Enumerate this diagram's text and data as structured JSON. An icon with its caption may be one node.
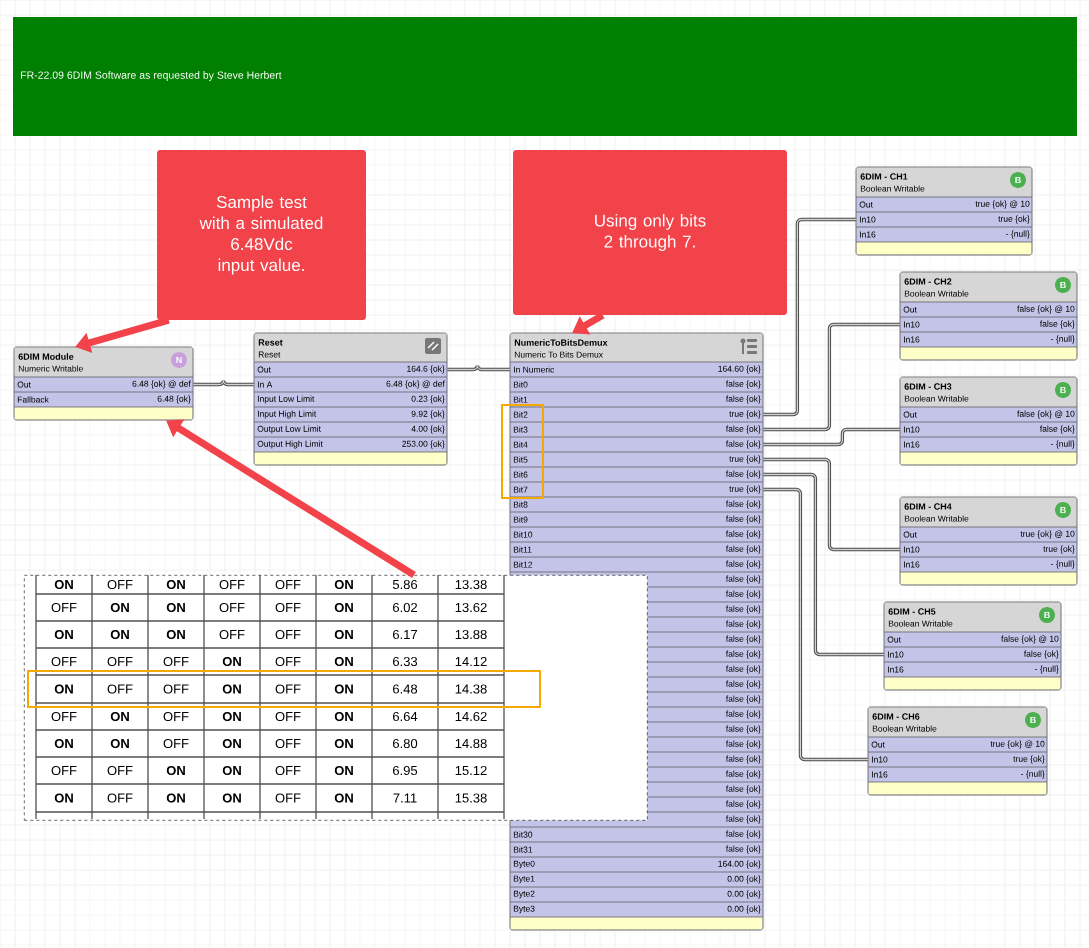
{
  "diagram": {
    "title": "FR-22.09 6DIM Software as requested by Steve Herbert",
    "nodes": [
      {
        "text": [
          "Sample test with a simulated 6.48Vdc input value."
        ]
      },
      {
        "text": [
          "Using only bits 2 through 7."
        ]
      },
      {
        "text": [
          "6DIM Module",
          "Numeric Writable",
          "N",
          "Out",
          "6.48 {ok} @ def",
          "Fallback",
          "6.48 {ok}"
        ]
      },
      {
        "text": [
          "Reset",
          "Reset",
          "Out",
          "164.6 {ok}",
          "In A",
          "6.48 {ok} @ def",
          "Input Low Limit",
          "0.23 {ok}",
          "Input High Limit",
          "9.92 {ok}",
          "Output Low Limit",
          "4.00 {ok}",
          "Output High Limit",
          "253.00 {ok}"
        ]
      },
      {
        "text": [
          "NumericToBitsDemux",
          "Numeric To Bits Demux",
          "In Numeric",
          "164.60 {ok}",
          "Bit0",
          "false {ok}",
          "Bit1",
          "false {ok}",
          "Bit2",
          "true {ok}",
          "Bit3",
          "false {ok}",
          "Bit4",
          "false {ok}",
          "Bit5",
          "true {ok}",
          "Bit6",
          "false {ok}",
          "Bit7",
          "true {ok}",
          "Bit8",
          "false {ok}",
          "Bit9",
          "false {ok}",
          "Bit10",
          "false {ok}",
          "Bit11",
          "false {ok}",
          "Bit12",
          "false {ok}",
          "false {ok}",
          "false {ok}",
          "false {ok}",
          "false {ok}",
          "false {ok}",
          "false {ok}",
          "false {ok}",
          "false {ok}",
          "false {ok}",
          "false {ok}",
          "false {ok}",
          "false {ok}",
          "false {ok}",
          "false {ok}",
          "false {ok}",
          "false {ok}",
          "false {ok}",
          "Bit30",
          "false {ok}",
          "Bit31",
          "false {ok}",
          "Byte0",
          "164.00 {ok}",
          "Byte1",
          "0.00 {ok}",
          "Byte2",
          "0.00 {ok}",
          "Byte3",
          "0.00 {ok}"
        ]
      },
      {
        "text": [
          "6DIM - CH1",
          "Boolean Writable",
          "B",
          "Out",
          "true {ok} @ 10",
          "In10",
          "true {ok}",
          "In16",
          "- {null}"
        ]
      },
      {
        "text": [
          "6DIM - CH2",
          "Boolean Writable",
          "B",
          "Out",
          "false {ok} @ 10",
          "In10",
          "false {ok}",
          "In16",
          "- {null}"
        ]
      },
      {
        "text": [
          "6DIM - CH3",
          "Boolean Writable",
          "B",
          "Out",
          "false {ok} @ 10",
          "In10",
          "false {ok}",
          "In16",
          "- {null}"
        ]
      },
      {
        "text": [
          "6DIM - CH4",
          "Boolean Writable",
          "B",
          "Out",
          "true {ok} @ 10",
          "In10",
          "true {ok}",
          "In16",
          "- {null}"
        ]
      },
      {
        "text": [
          "6DIM - CH5",
          "Boolean Writable",
          "B",
          "Out",
          "false {ok} @ 10",
          "In10",
          "false {ok}",
          "In16",
          "- {null}"
        ]
      },
      {
        "text": [
          "6DIM - CH6",
          "Boolean Writable",
          "B",
          "Out",
          "true {ok} @ 10",
          "In10",
          "true {ok}",
          "In16",
          "- {null}"
        ]
      },
      {
        "text": [
          "ON",
          "OFF",
          "ON",
          "OFF",
          "OFF",
          "ON",
          "5.86",
          "13.38",
          "OFF",
          "ON",
          "ON",
          "OFF",
          "OFF",
          "ON",
          "6.02",
          "13.62",
          "ON",
          "ON",
          "ON",
          "OFF",
          "OFF",
          "ON",
          "6.17",
          "13.88",
          "OFF",
          "OFF",
          "OFF",
          "ON",
          "OFF",
          "ON",
          "6.33",
          "14.12",
          "ON",
          "OFF",
          "OFF",
          "ON",
          "OFF",
          "ON",
          "6.48",
          "14.38",
          "OFF",
          "ON",
          "OFF",
          "ON",
          "OFF",
          "ON",
          "6.64",
          "14.62",
          "ON",
          "ON",
          "OFF",
          "ON",
          "OFF",
          "ON",
          "6.80",
          "14.88",
          "OFF",
          "OFF",
          "ON",
          "ON",
          "OFF",
          "ON",
          "6.95",
          "15.12",
          "ON",
          "OFF",
          "ON",
          "ON",
          "OFF",
          "ON",
          "7.11",
          "15.38"
        ]
      }
    ],
    "edges": [
      {
        "from": 2,
        "to": 3,
        "arrow": "none"
      },
      {
        "from": 3,
        "to": 4,
        "arrow": "none"
      },
      {
        "from": 4,
        "to": 5,
        "arrow": "none"
      },
      {
        "from": 4,
        "to": 6,
        "arrow": "none"
      },
      {
        "from": 4,
        "to": 7,
        "arrow": "none"
      },
      {
        "from": 4,
        "to": 8,
        "arrow": "none"
      },
      {
        "from": 4,
        "to": 9,
        "arrow": "none"
      },
      {
        "from": 4,
        "to": 10,
        "arrow": "none"
      },
      {
        "from": 0,
        "to": 2,
        "arrow": "to",
        "style": "thick",
        "color": "#f2434a"
      },
      {
        "from": 1,
        "to": 4,
        "arrow": "to",
        "style": "thick",
        "color": "#f2434a"
      },
      {
        "from": 11,
        "to": 2,
        "arrow": "to",
        "style": "thick",
        "color": "#f2434a"
      }
    ]
  }
}
